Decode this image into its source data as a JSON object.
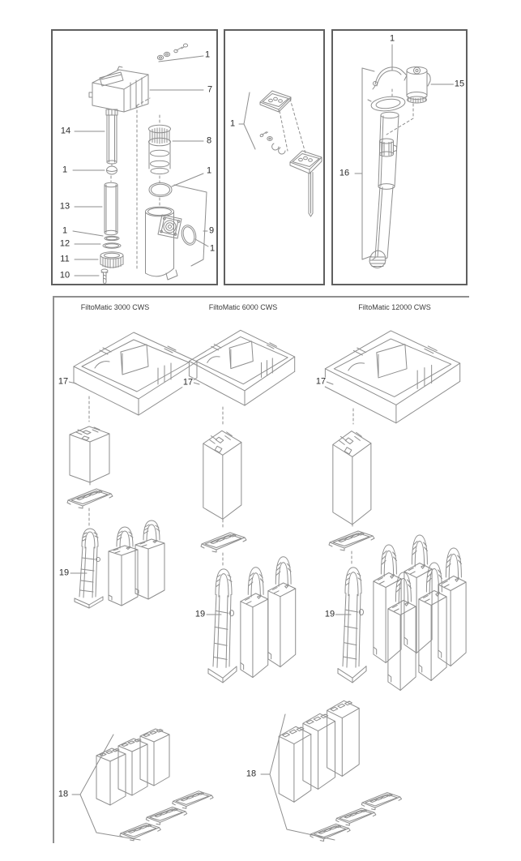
{
  "colors": {
    "background": "#ffffff",
    "line": "#8e8e8e",
    "label_text": "#2b2b2b",
    "panel_border": "#5f5f5f",
    "models_panel_border": "#8f8f8f"
  },
  "uv_panel": {
    "callouts": {
      "c1_screws": "1",
      "c7": "7",
      "c14": "14",
      "c8": "8",
      "c1_dome": "1",
      "c1_oring_big": "1",
      "c13": "13",
      "c1_oring_small": "1",
      "c12": "12",
      "c11": "11",
      "c9": "9",
      "c1_oval": "1",
      "c10": "10"
    }
  },
  "cover_panel": {
    "callouts": {
      "c1": "1"
    }
  },
  "outlet_panel": {
    "callouts": {
      "c1": "1",
      "c15": "15",
      "c16": "16"
    }
  },
  "models_panel": {
    "captions": {
      "m3000": "FiltoMatic 3000 CWS",
      "m6000": "FiltoMatic 6000 CWS",
      "m12000": "FiltoMatic 12000 CWS"
    },
    "callouts": {
      "c17a": "17",
      "c17b": "17",
      "c17c": "17",
      "c19a": "19",
      "c19b": "19",
      "c19c": "19",
      "c18a": "18",
      "c18b": "18"
    }
  }
}
